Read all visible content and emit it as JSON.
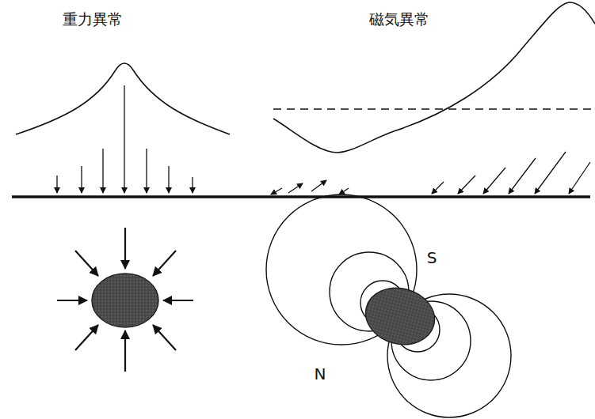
{
  "diagram": {
    "labels": [
      "重力異常",
      "磁気異常",
      "S",
      "N"
    ]
  }
}
